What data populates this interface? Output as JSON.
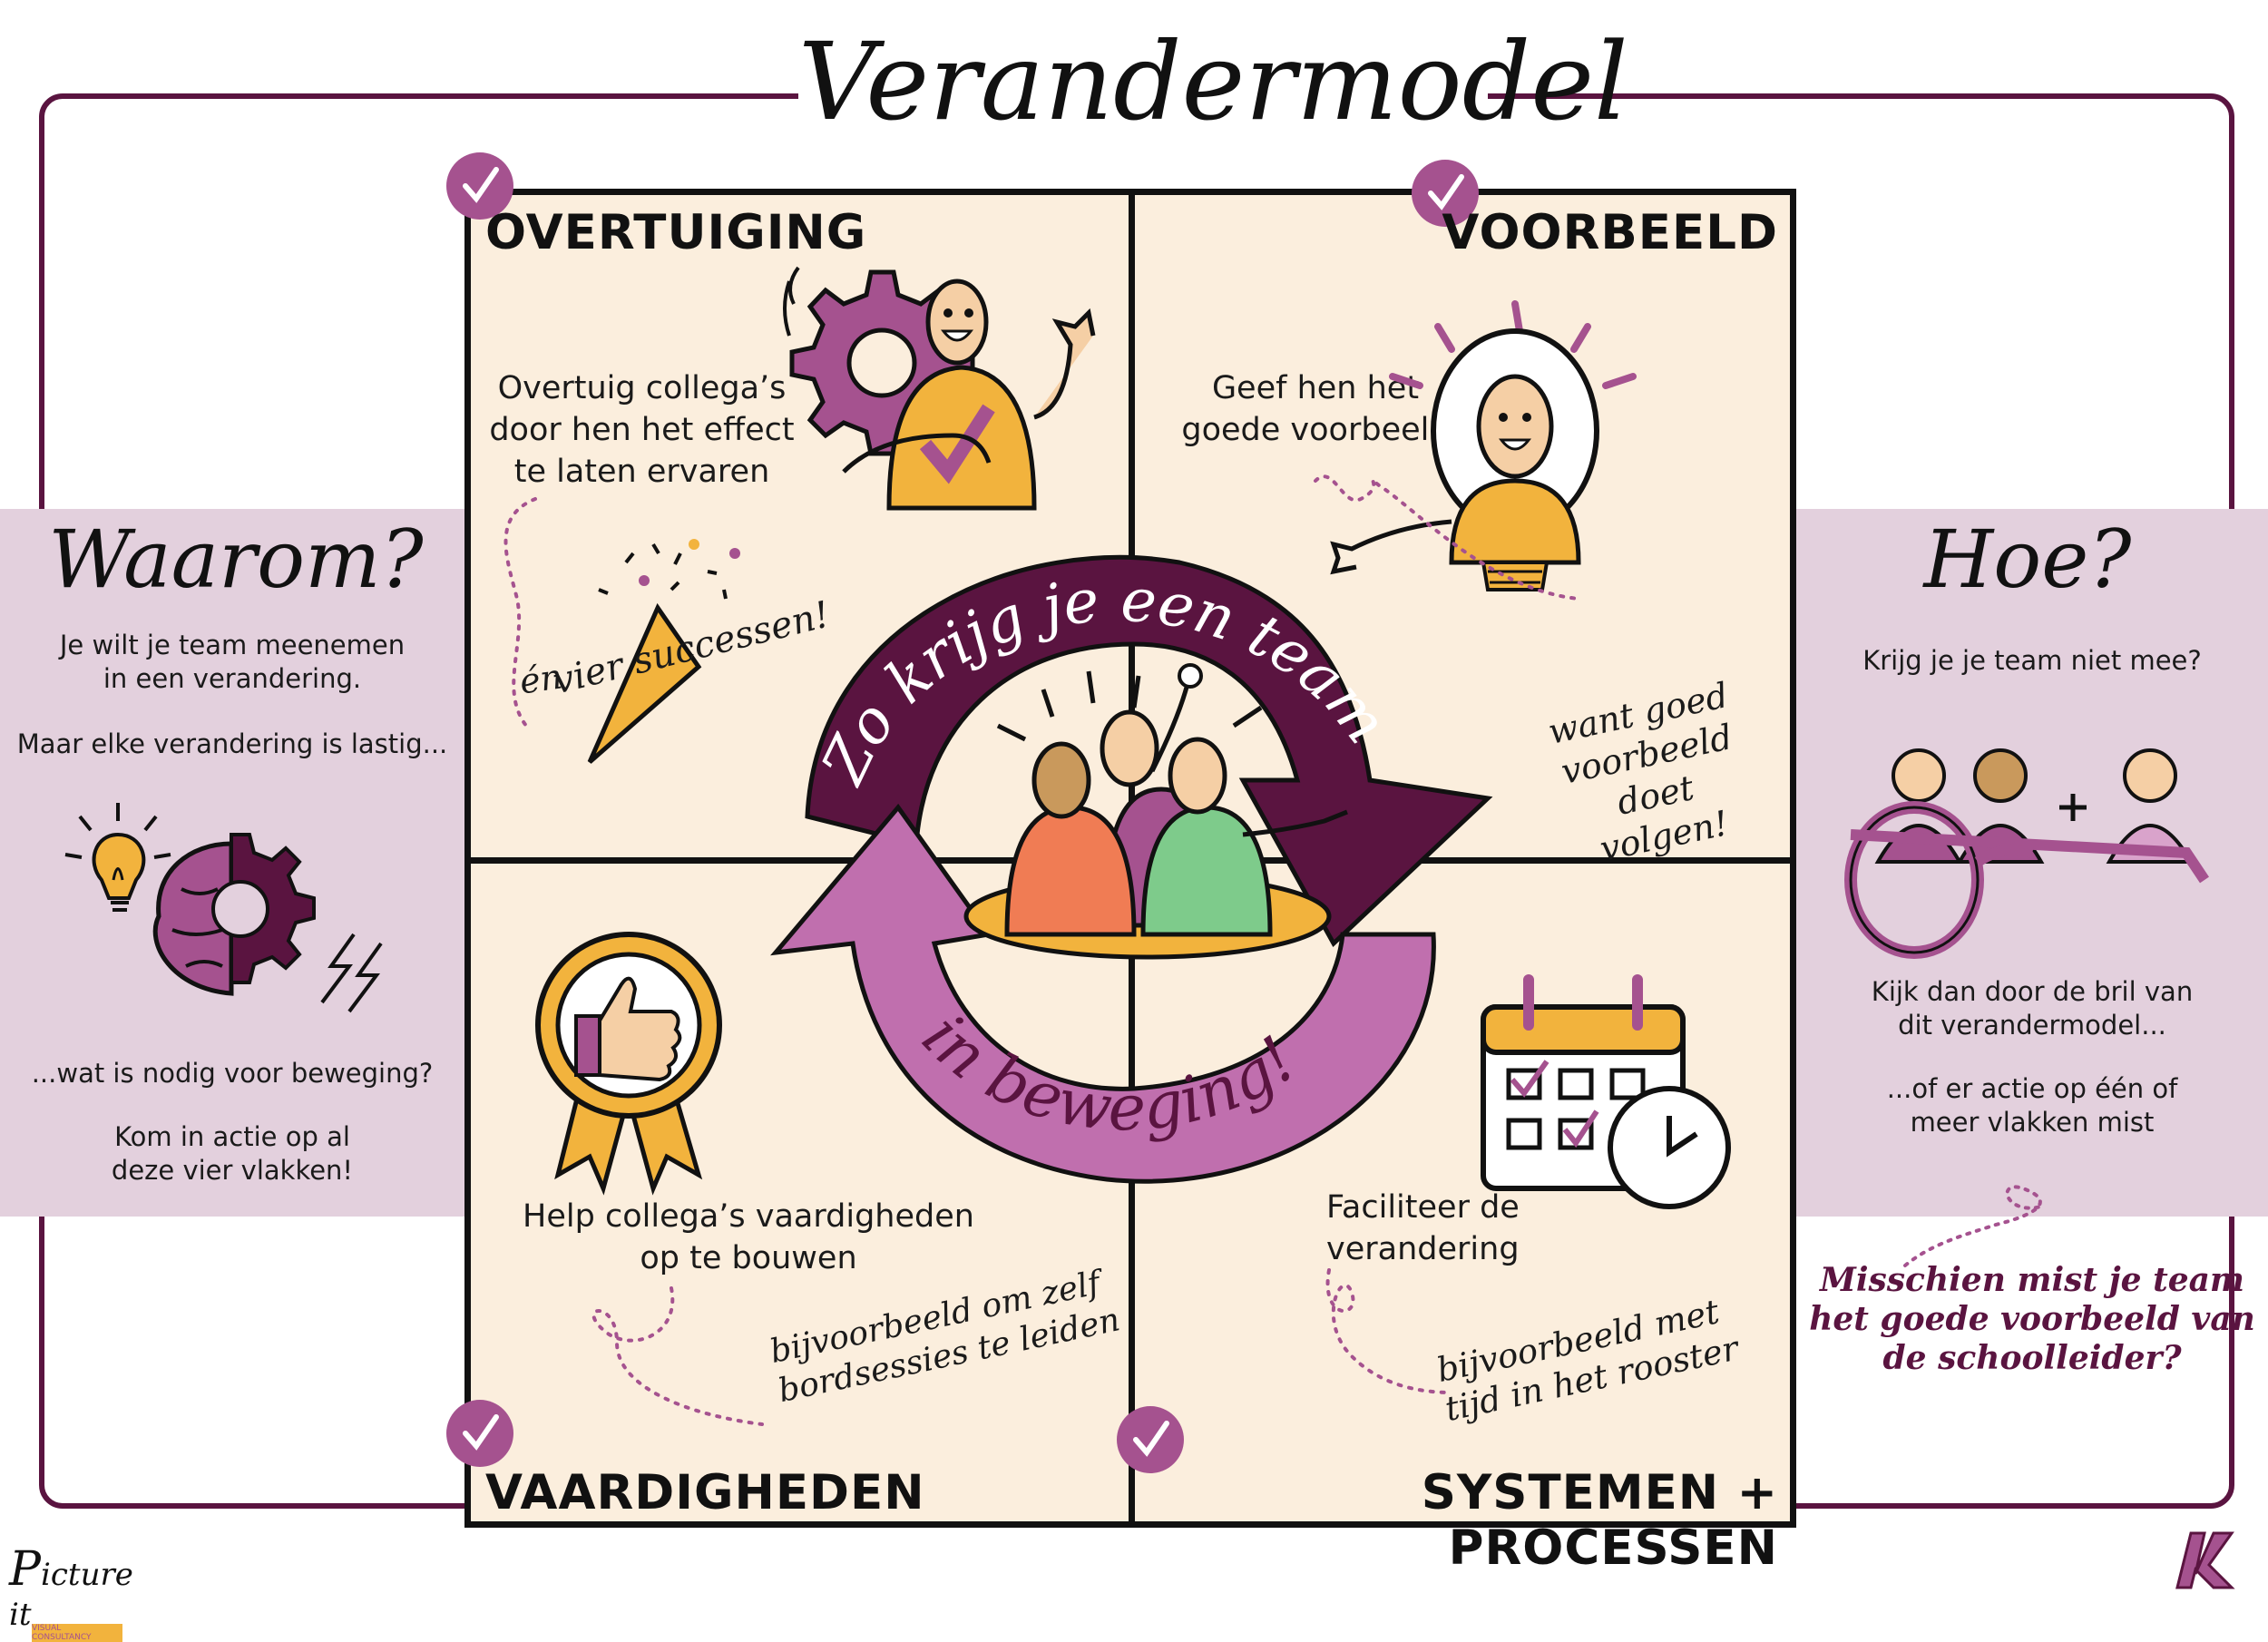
{
  "title": "Verandermodel",
  "left_panel": {
    "heading": "Waarom?",
    "line1": "Je wilt je team meenemen",
    "line2": "in een verandering.",
    "line3": "Maar elke verandering is lastig...",
    "line4": "...wat is nodig voor beweging?",
    "line5": "Kom in actie op al",
    "line6": "deze vier vlakken!"
  },
  "right_panel": {
    "heading": "Hoe?",
    "line1": "Krijg je je team niet mee?",
    "line2": "Kijk dan door de bril van",
    "line3": "dit verandermodel...",
    "line4": "...of er actie op één of",
    "line5": "meer vlakken mist",
    "note1": "Misschien mist je team",
    "note2": "het goede voorbeeld van",
    "note3": "de schoolleider?"
  },
  "quadrants": {
    "top_left": {
      "title": "OVERTUIGING",
      "text1": "Overtuig collega’s",
      "text2": "door hen het effect",
      "text3": "te laten ervaren",
      "note1": "én",
      "note2": "vier successen!"
    },
    "top_right": {
      "title": "VOORBEELD",
      "text1": "Geef hen het",
      "text2": "goede voorbeeld",
      "note1": "want goed",
      "note2": "voorbeeld doet",
      "note3": "volgen!"
    },
    "bottom_left": {
      "title": "VAARDIGHEDEN",
      "text1": "Help collega’s vaardigheden",
      "text2": "op te bouwen",
      "note1": "bijvoorbeeld om zelf",
      "note2": "bordsessies te leiden"
    },
    "bottom_right": {
      "title": "SYSTEMEN + PROCESSEN",
      "text1": "Faciliteer de",
      "text2": "verandering",
      "note1": "bijvoorbeeld met",
      "note2": "tijd in het rooster"
    }
  },
  "center": {
    "arrow_top": "Zo krijg je een team",
    "arrow_bottom": "in beweging!"
  },
  "logos": {
    "left": "icture it",
    "left_initial": "P",
    "left_sub": "VISUAL CONSULTANCY"
  },
  "colors": {
    "plum": "#5a1440",
    "purple": "#a5528f",
    "light_purple": "#e3d0dd",
    "cream": "#fbeedd",
    "gold": "#f2b33d"
  }
}
